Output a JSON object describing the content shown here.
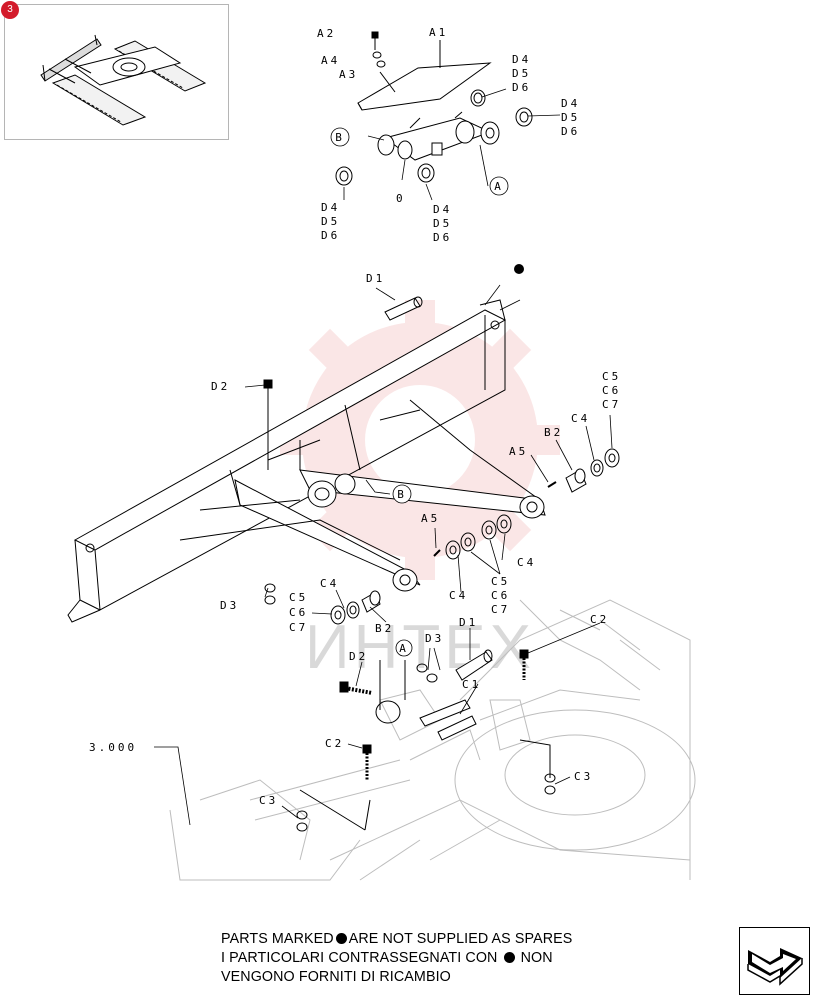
{
  "figure_reference": "3.000",
  "watermark_text": "ИНТЕХ",
  "thumbnail": {
    "badge": "3"
  },
  "note": {
    "line1_a": "PARTS MARKED",
    "line1_b": "ARE NOT SUPPLIED AS SPARES",
    "line2_a": "I PARTICOLARI CONTRASSEGNATI CON",
    "line2_b": "NON",
    "line3": "VENGONO FORNITI DI RICAMBIO"
  },
  "callouts": {
    "A2": "A2",
    "A4": "A4",
    "A3": "A3",
    "A1": "A1",
    "D4": "D4",
    "D5": "D5",
    "D6": "D6",
    "B": "B",
    "A": "A",
    "O": "0",
    "D1": "D1",
    "D2": "D2",
    "D3": "D3",
    "C1": "C1",
    "C2": "C2",
    "C3": "C3",
    "C4": "C4",
    "C5": "C5",
    "C6": "C6",
    "C7": "C7",
    "A5": "A5",
    "B2": "B2"
  },
  "colors": {
    "line": "#000000",
    "ghost": "#bdbdbd",
    "watermark": "#f2b8b8",
    "badge": "#d31b2b"
  },
  "icons": [
    "next-page-arrow-icon",
    "excavator-thumbnail-icon",
    "gear-watermark-icon"
  ]
}
